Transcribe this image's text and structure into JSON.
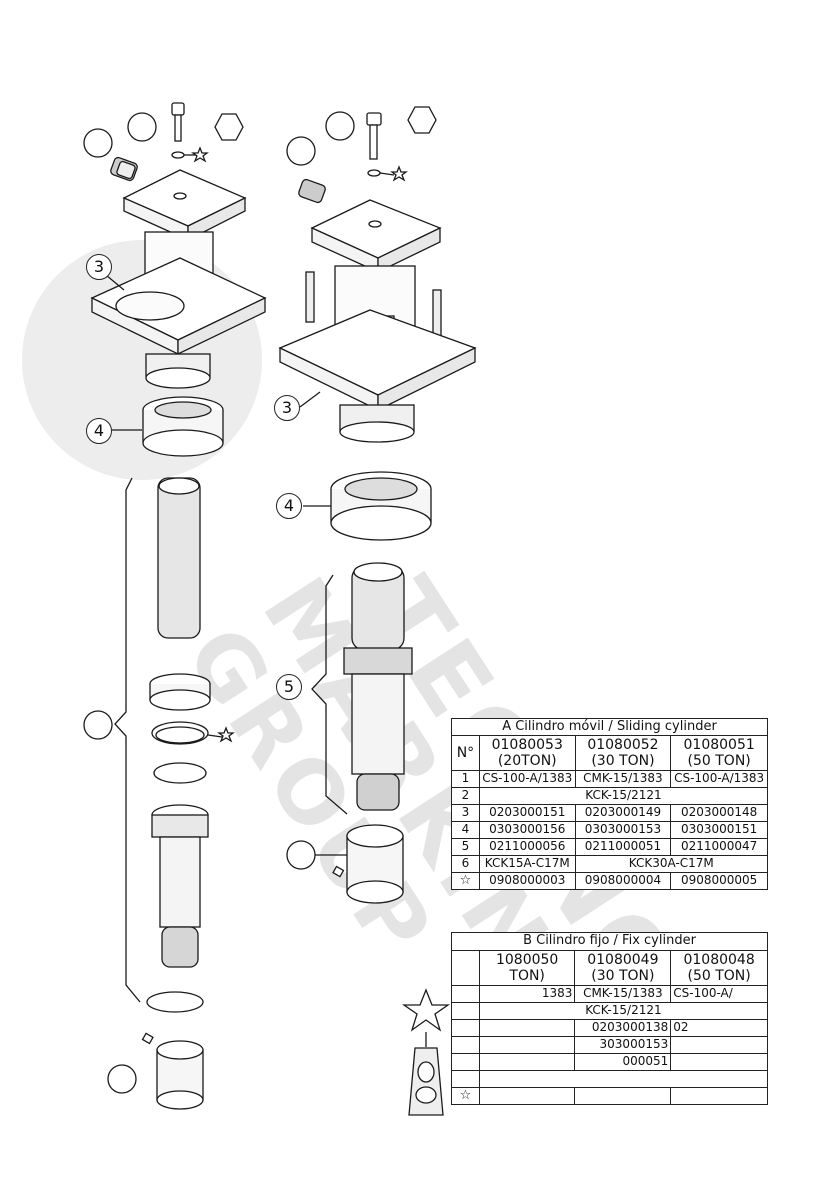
{
  "watermark": {
    "line1": "TECHNO",
    "line2": "MARKING",
    "line3": "GROUP"
  },
  "callouts": {
    "left_3": "3",
    "left_4": "4",
    "right_3": "3",
    "right_4": "4",
    "right_5": "5"
  },
  "tableA": {
    "caption": "A Cilindro móvil / Sliding cylinder",
    "no_header": "N°",
    "col1": "01080053 (20TON)",
    "col2": "01080052 (30 TON)",
    "col3": "01080051 (50 TON)",
    "rows": [
      {
        "n": "1",
        "a": "CS-100-A/1383",
        "b": "CMK-15/1383",
        "c": "CS-100-A/1383"
      },
      {
        "n": "2",
        "a": "KCK-15/2121"
      },
      {
        "n": "3",
        "a": "0203000151",
        "b": "0203000149",
        "c": "0203000148"
      },
      {
        "n": "4",
        "a": "0303000156",
        "b": "0303000153",
        "c": "0303000151"
      },
      {
        "n": "5",
        "a": "0211000056",
        "b": "0211000051",
        "c": "0211000047"
      },
      {
        "n": "6",
        "a": "KCK15A-C17M",
        "b": "KCK30A-C17M"
      },
      {
        "n": "☆",
        "a": "0908000003",
        "b": "0908000004",
        "c": "0908000005"
      }
    ]
  },
  "tableB": {
    "caption": "B Cilindro fijo / Fix cylinder",
    "col1": "1080050 TON)",
    "col2": "01080049 (30 TON)",
    "col3": "01080048 (50 TON)",
    "rows": [
      {
        "a": "1383",
        "b": "CMK-15/1383",
        "c": "CS-100-A/"
      },
      {
        "a": "KCK-15/2121"
      },
      {
        "b": "0203000138",
        "c": "02"
      },
      {
        "b": "303000153"
      },
      {
        "b": "000051"
      },
      {},
      {
        "n": "☆"
      }
    ]
  }
}
